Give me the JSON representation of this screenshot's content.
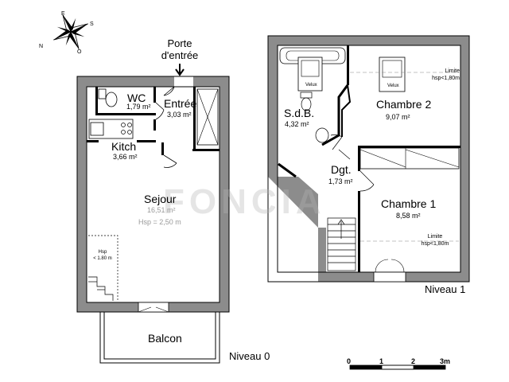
{
  "compass": {
    "icon": "compass-rose-icon",
    "labels": {
      "north": "N",
      "east": "E",
      "south": "S",
      "west": "O"
    }
  },
  "entry": {
    "line1": "Porte",
    "line2": "d'entrée"
  },
  "level0": {
    "label": "Niveau 0",
    "rooms": {
      "wc": {
        "name": "WC",
        "area": "1,79 m²"
      },
      "entree": {
        "name": "Entrée",
        "area": "3,03 m²"
      },
      "kitch": {
        "name": "Kitch",
        "area": "3,66 m²"
      },
      "sejour": {
        "name": "Sejour",
        "area": "16,51 m²",
        "height": "Hsp = 2,50 m"
      },
      "balcon": {
        "name": "Balcon"
      }
    },
    "hsp_note": {
      "line1": "Hsp",
      "line2": "< 1.80 m"
    }
  },
  "level1": {
    "label": "Niveau 1",
    "rooms": {
      "sdb": {
        "name": "S.d.B.",
        "area": "4,32 m²"
      },
      "chambre2": {
        "name": "Chambre 2",
        "area": "9,07 m²"
      },
      "dgt": {
        "name": "Dgt.",
        "area": "1,73 m²"
      },
      "chambre1": {
        "name": "Chambre 1",
        "area": "8,58 m²"
      }
    },
    "velux_label": "Velux",
    "limite_ch2": {
      "line1": "Limite",
      "line2": "hsp<1,80m"
    },
    "limite_ch1": {
      "line1": "Limite",
      "line2": "hsp<1,80m"
    }
  },
  "scale": {
    "ticks": [
      "0",
      "1",
      "2",
      "3m"
    ]
  },
  "watermark": "FONCIA"
}
